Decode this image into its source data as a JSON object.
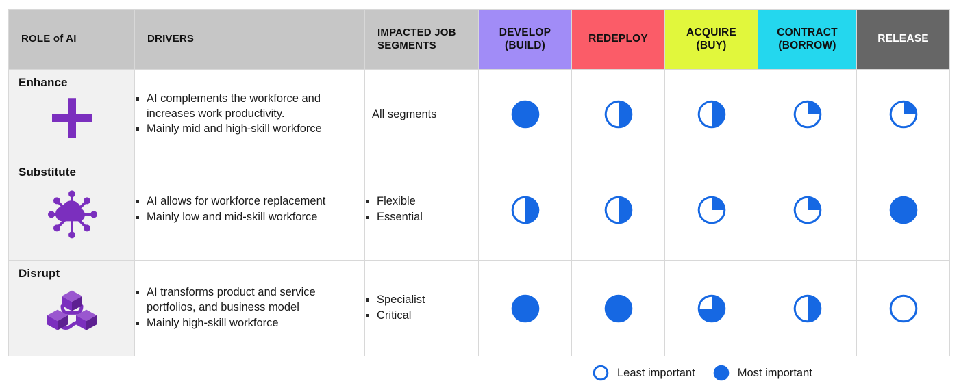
{
  "table": {
    "columns": [
      {
        "key": "role",
        "label": "ROLE  of AI",
        "bg": "#c6c6c6",
        "fg": "#111111",
        "align": "left"
      },
      {
        "key": "drivers",
        "label": "DRIVERS",
        "bg": "#c6c6c6",
        "fg": "#111111",
        "align": "left"
      },
      {
        "key": "segments",
        "label": "IMPACTED JOB SEGMENTS",
        "bg": "#c6c6c6",
        "fg": "#111111",
        "align": "left"
      },
      {
        "key": "develop",
        "label": "DEVELOP (BUILD)",
        "bg": "#a18cf7",
        "fg": "#111111",
        "align": "center"
      },
      {
        "key": "redeploy",
        "label": "REDEPLOY",
        "bg": "#fb5c68",
        "fg": "#111111",
        "align": "center"
      },
      {
        "key": "acquire",
        "label": "ACQUIRE (BUY)",
        "bg": "#e1f73c",
        "fg": "#111111",
        "align": "center"
      },
      {
        "key": "contract",
        "label": "CONTRACT (BORROW)",
        "bg": "#24d7ee",
        "fg": "#111111",
        "align": "center"
      },
      {
        "key": "release",
        "label": "RELEASE",
        "bg": "#666666",
        "fg": "#ffffff",
        "align": "center"
      }
    ],
    "column_header_lines": {
      "role": [
        "ROLE  of AI"
      ],
      "drivers": [
        "DRIVERS"
      ],
      "segments": [
        "IMPACTED JOB",
        "SEGMENTS"
      ],
      "develop": [
        "DEVELOP",
        "(BUILD)"
      ],
      "redeploy": [
        "REDEPLOY"
      ],
      "acquire": [
        "ACQUIRE",
        "(BUY)"
      ],
      "contract": [
        "CONTRACT",
        "(BORROW)"
      ],
      "release": [
        "RELEASE"
      ]
    },
    "rows": [
      {
        "role": "Enhance",
        "icon": "plus-icon",
        "drivers": [
          "AI complements the workforce and increases work productivity.",
          "Mainly mid and high-skill workforce"
        ],
        "segments_plain": "All segments",
        "segments": [],
        "ratings": {
          "develop": 1.0,
          "redeploy": 0.5,
          "acquire": 0.5,
          "contract": 0.25,
          "release": 0.25
        }
      },
      {
        "role": "Substitute",
        "icon": "cloud-network-icon",
        "drivers": [
          "AI allows for workforce replacement",
          "Mainly low and mid-skill workforce"
        ],
        "segments_plain": "",
        "segments": [
          "Flexible",
          "Essential"
        ],
        "ratings": {
          "develop": 0.5,
          "redeploy": 0.5,
          "acquire": 0.25,
          "contract": 0.25,
          "release": 1.0
        }
      },
      {
        "role": "Disrupt",
        "icon": "blockchain-cubes-icon",
        "drivers": [
          "AI transforms product and service portfolios, and business model",
          "Mainly high-skill workforce"
        ],
        "segments_plain": "",
        "segments": [
          "Specialist",
          "Critical"
        ],
        "ratings": {
          "develop": 1.0,
          "redeploy": 1.0,
          "acquire": 0.75,
          "contract": 0.5,
          "release": 0.0
        }
      }
    ]
  },
  "legend": {
    "items": [
      {
        "label": "Least important",
        "fill": 0.0
      },
      {
        "label": "Most important",
        "fill": 1.0
      }
    ]
  },
  "colors": {
    "ball": "#1668e3",
    "header_grey": "#c6c6c6",
    "role_bg": "#f1f1f1",
    "icon_purple": "#7b2fbe",
    "grid": "#d8d8d8"
  }
}
